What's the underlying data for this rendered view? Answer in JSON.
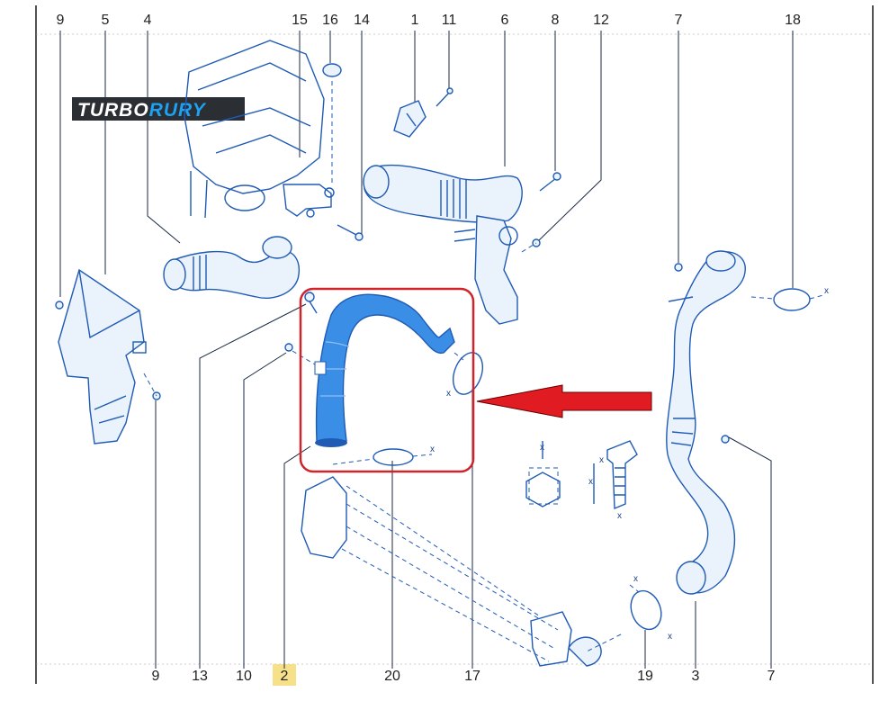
{
  "logo": {
    "text_white": "TURBO",
    "text_blue": "RURY"
  },
  "callouts_top": [
    "9",
    "5",
    "4",
    "15",
    "16",
    "14",
    "1",
    "11",
    "6",
    "8",
    "12",
    "7",
    "18"
  ],
  "callouts_bottom": [
    "9",
    "13",
    "10",
    "2",
    "20",
    "17",
    "19",
    "3",
    "7"
  ],
  "highlighted_callout": "2",
  "dimension_marker": "x",
  "colors": {
    "highlight_part": "#3a8ee6",
    "frame_red": "#d0242b",
    "arrow_red": "#e11b22",
    "line_blue": "#1f5bb5",
    "callout_highlight_bg": "#f6e08a"
  }
}
